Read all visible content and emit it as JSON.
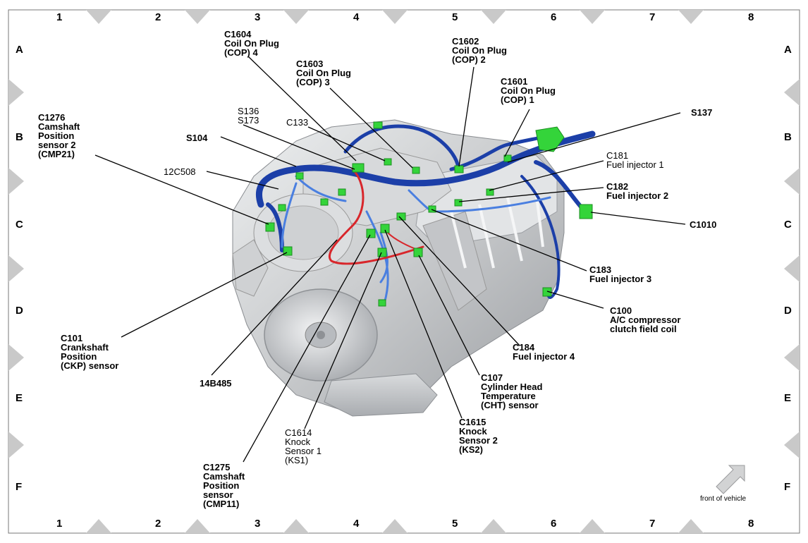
{
  "grid": {
    "columns": [
      "1",
      "2",
      "3",
      "4",
      "5",
      "6",
      "7",
      "8"
    ],
    "rows": [
      "A",
      "B",
      "C",
      "D",
      "E",
      "F"
    ]
  },
  "labels": {
    "c1604": "C1604\nCoil On Plug\n(COP) 4",
    "c1603": "C1603\nCoil On Plug\n(COP) 3",
    "c1602": "C1602\nCoil On Plug\n(COP) 2",
    "c1601": "C1601\nCoil On Plug\n(COP) 1",
    "c1276": "C1276\nCamshaft\nPosition\nsensor 2\n(CMP21)",
    "s136_s173": "S136\nS173",
    "c133": "C133",
    "s104": "S104",
    "s137": "S137",
    "c12c508": "12C508",
    "c181": "C181\nFuel injector 1",
    "c182": "C182\nFuel injector 2",
    "c1010": "C1010",
    "c183": "C183\nFuel injector 3",
    "c100": "C100\nA/C compressor\nclutch field coil",
    "c101": "C101\nCrankshaft\nPosition\n(CKP) sensor",
    "c184": "C184\nFuel injector 4",
    "c14b485": "14B485",
    "c107": "C107\nCylinder Head\nTemperature\n(CHT) sensor",
    "c1615": "C1615\nKnock\nSensor 2\n(KS2)",
    "c1614": "C1614\nKnock\nSensor 1\n(KS1)",
    "c1275": "C1275\nCamshaft\nPosition\nsensor\n(CMP11)"
  },
  "footer": {
    "front_of_vehicle": "front of vehicle"
  },
  "colors": {
    "harness_blue": "#1c3fa8",
    "harness_light_blue": "#4a7fe0",
    "connector_green": "#34d43a",
    "harness_red": "#d8262b",
    "engine_gray": "#c8cacc",
    "marker_gray": "#c9c9c9"
  }
}
